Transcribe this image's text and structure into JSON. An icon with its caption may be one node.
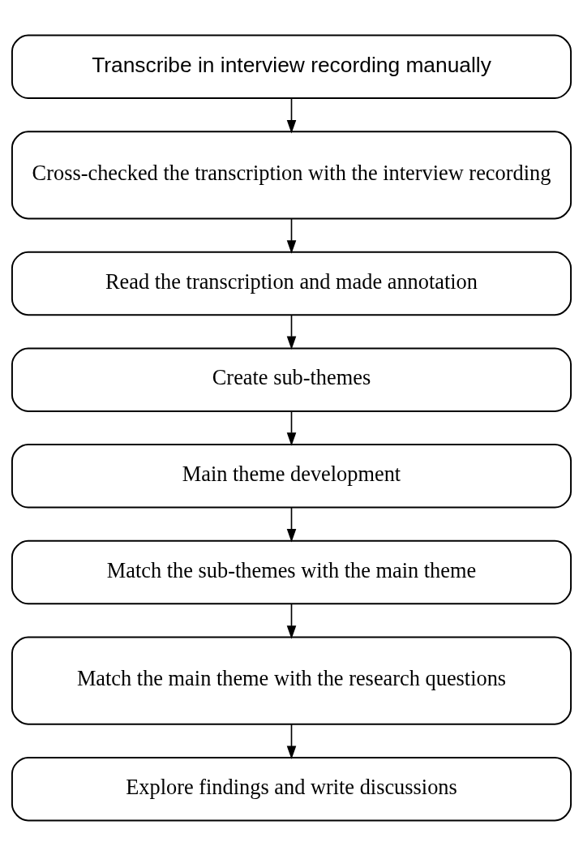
{
  "diagram": {
    "nodes": [
      {
        "text": [
          "Transcribe in interview recording manually"
        ]
      },
      {
        "text": [
          "Cross-checked the transcription with the interview recording"
        ]
      },
      {
        "text": [
          "Read the transcription and made annotation"
        ]
      },
      {
        "text": [
          "Create sub-themes"
        ]
      },
      {
        "text": [
          "Main theme development"
        ]
      },
      {
        "text": [
          "Match the sub-themes with the main theme"
        ]
      },
      {
        "text": [
          "Match the main theme with the research questions"
        ]
      },
      {
        "text": [
          "Explore findings and write discussions"
        ]
      }
    ],
    "edges": [
      {
        "from": 0,
        "to": 1,
        "arrow": "to"
      },
      {
        "from": 1,
        "to": 2,
        "arrow": "to"
      },
      {
        "from": 2,
        "to": 3,
        "arrow": "to"
      },
      {
        "from": 3,
        "to": 4,
        "arrow": "to"
      },
      {
        "from": 4,
        "to": 5,
        "arrow": "to"
      },
      {
        "from": 5,
        "to": 6,
        "arrow": "to"
      },
      {
        "from": 6,
        "to": 7,
        "arrow": "to"
      }
    ]
  }
}
